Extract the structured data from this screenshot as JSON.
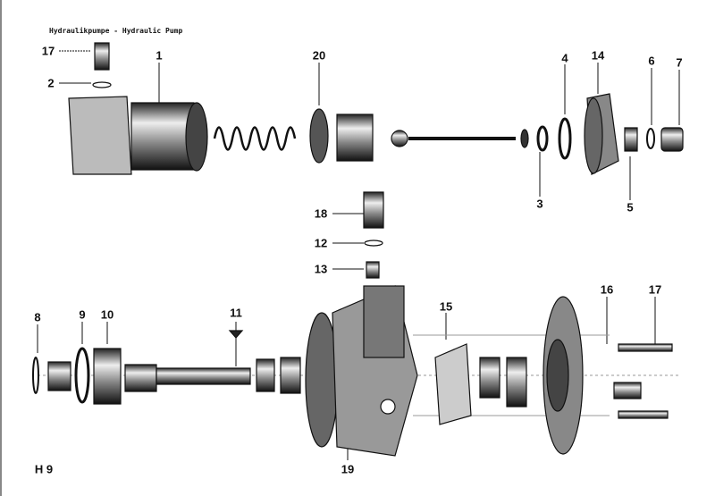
{
  "title": "Hydraulikpumpe - Hydraulic Pump",
  "plate_code": "H 9",
  "callouts": [
    "17",
    "2",
    "1",
    "20",
    "4",
    "14",
    "6",
    "7",
    "3",
    "5",
    "18",
    "12",
    "13",
    "8",
    "9",
    "10",
    "11",
    "15",
    "16",
    "17",
    "19"
  ]
}
